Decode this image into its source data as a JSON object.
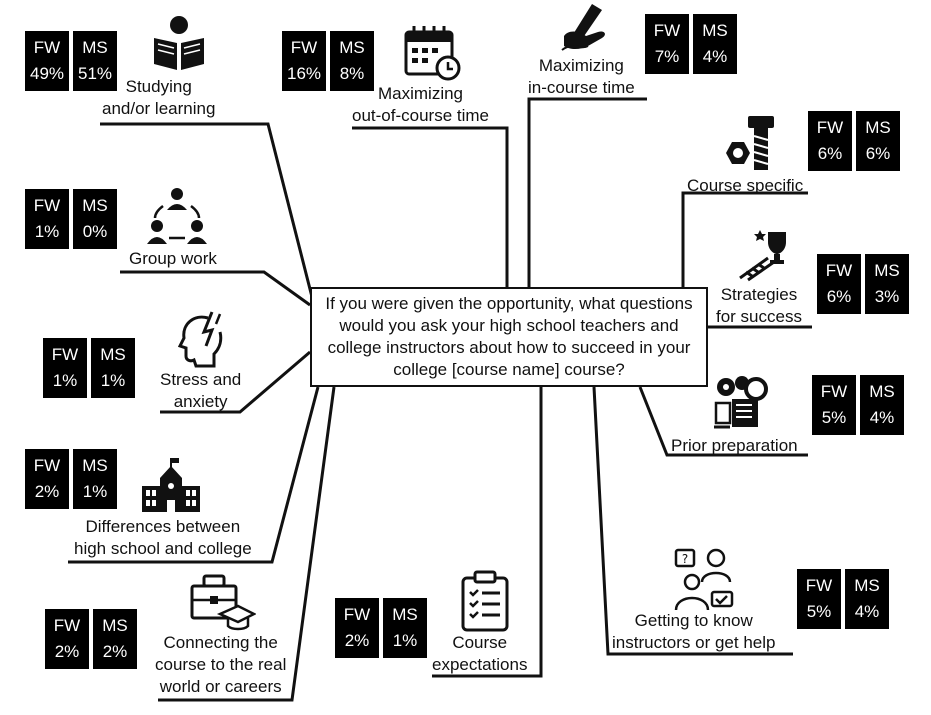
{
  "question": "If you were given the opportunity, what questions would you ask your high school teachers and college instructors about how to succeed in your college [course name] course?",
  "headers": {
    "fw": "FW",
    "ms": "MS"
  },
  "categories": [
    {
      "id": "studying",
      "label_lines": [
        "Studying",
        "and/or learning"
      ],
      "fw": "49%",
      "ms": "51%",
      "icon": "reading-person-icon"
    },
    {
      "id": "out-of-course",
      "label_lines": [
        "Maximizing",
        "out-of-course time"
      ],
      "fw": "16%",
      "ms": "8%",
      "icon": "calendar-clock-icon"
    },
    {
      "id": "in-course",
      "label_lines": [
        "Maximizing",
        "in-course time"
      ],
      "fw": "7%",
      "ms": "4%",
      "icon": "writing-hand-icon"
    },
    {
      "id": "course-specific",
      "label_lines": [
        "Course specific"
      ],
      "fw": "6%",
      "ms": "6%",
      "icon": "bolt-nut-icon"
    },
    {
      "id": "group-work",
      "label_lines": [
        "Group work"
      ],
      "fw": "1%",
      "ms": "0%",
      "icon": "group-icon"
    },
    {
      "id": "strategies",
      "label_lines": [
        "Strategies",
        "for success"
      ],
      "fw": "6%",
      "ms": "3%",
      "icon": "trophy-ladder-icon"
    },
    {
      "id": "stress",
      "label_lines": [
        "Stress and",
        "anxiety"
      ],
      "fw": "1%",
      "ms": "1%",
      "icon": "stressed-head-icon"
    },
    {
      "id": "prior-prep",
      "label_lines": [
        "Prior preparation"
      ],
      "fw": "5%",
      "ms": "4%",
      "icon": "gears-checklist-icon"
    },
    {
      "id": "differences",
      "label_lines": [
        "Differences between",
        "high school and college"
      ],
      "fw": "2%",
      "ms": "1%",
      "icon": "school-building-icon"
    },
    {
      "id": "getting-to-know",
      "label_lines": [
        "Getting to know",
        "instructors or get help"
      ],
      "fw": "5%",
      "ms": "4%",
      "icon": "people-chat-icon"
    },
    {
      "id": "connecting",
      "label_lines": [
        "Connecting the",
        "course to the real",
        "world or careers"
      ],
      "fw": "2%",
      "ms": "2%",
      "icon": "briefcase-cap-icon"
    },
    {
      "id": "expectations",
      "label_lines": [
        "Course",
        "expectations"
      ],
      "fw": "2%",
      "ms": "1%",
      "icon": "clipboard-checklist-icon"
    }
  ]
}
